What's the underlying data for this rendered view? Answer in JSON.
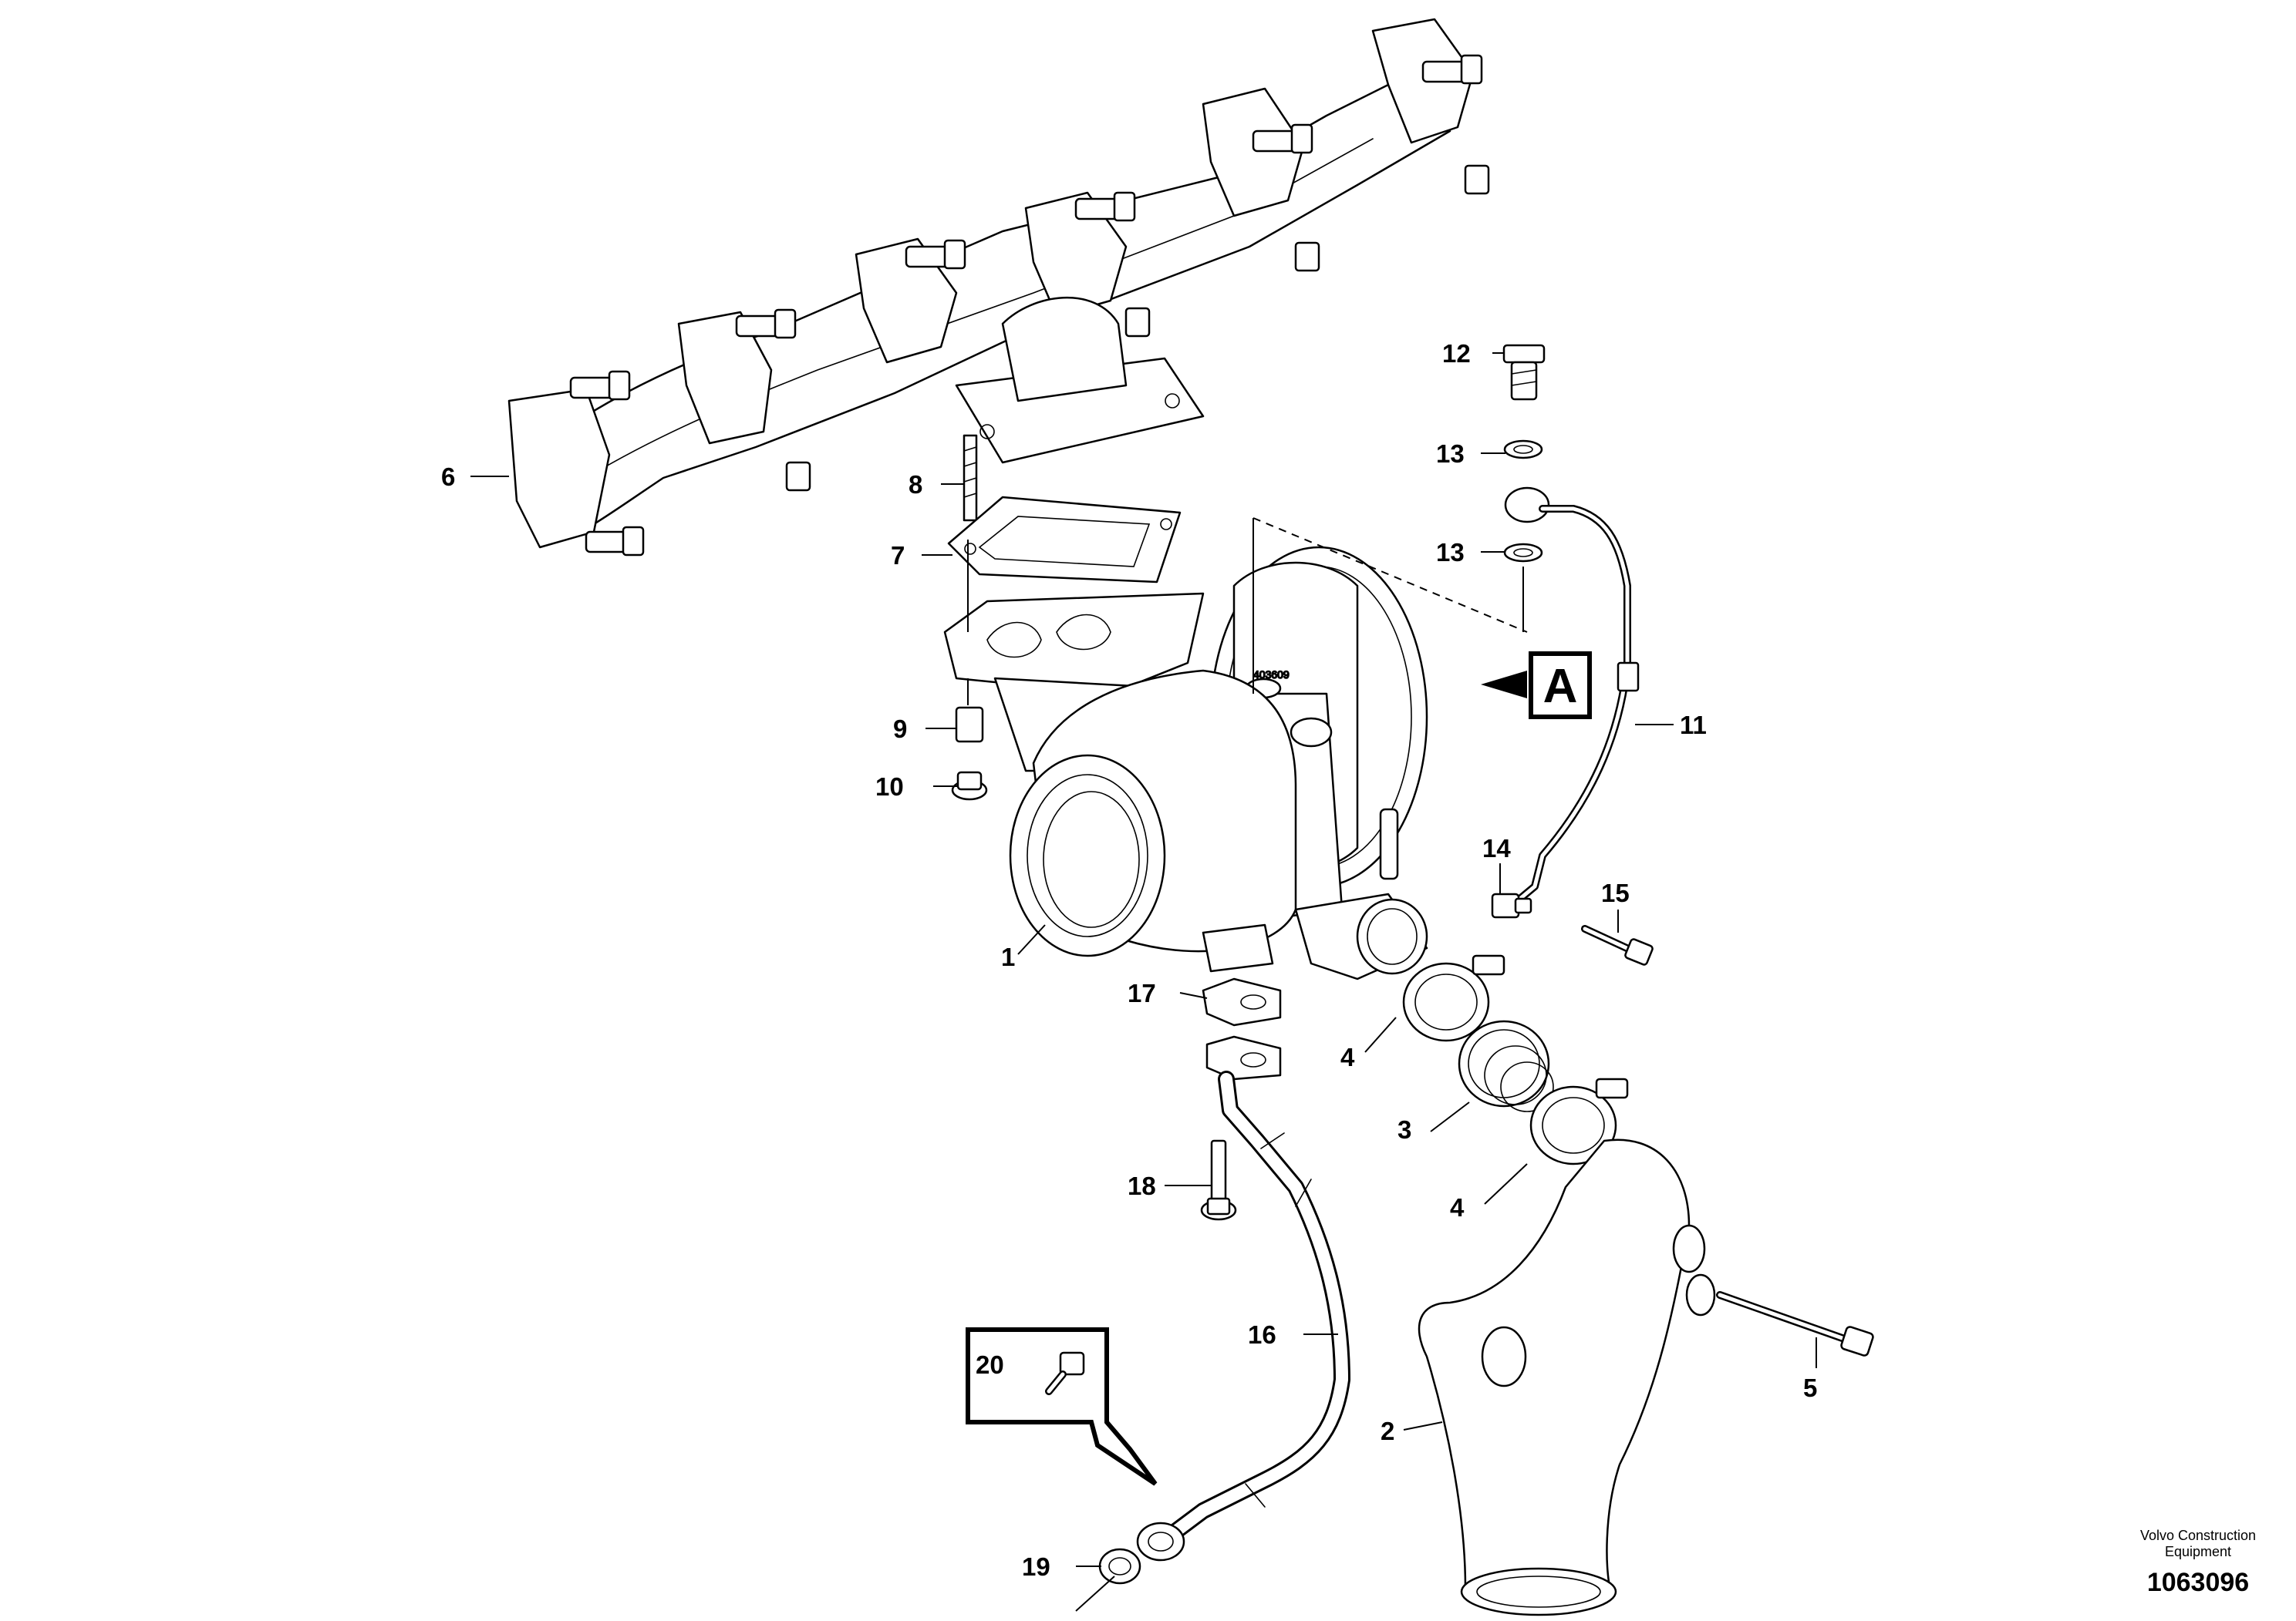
{
  "callouts": {
    "c1": "1",
    "c2": "2",
    "c3": "3",
    "c4a": "4",
    "c4b": "4",
    "c5": "5",
    "c6": "6",
    "c7": "7",
    "c8": "8",
    "c9": "9",
    "c10": "10",
    "c11": "11",
    "c12": "12",
    "c13a": "13",
    "c13b": "13",
    "c14": "14",
    "c15": "15",
    "c16": "16",
    "c17": "17",
    "c18": "18",
    "c19": "19",
    "c20": "20"
  },
  "view_label": "A",
  "turbo_marking": "403609",
  "footer": {
    "brand_line1": "Volvo Construction",
    "brand_line2": "Equipment",
    "doc_number": "1063096"
  }
}
